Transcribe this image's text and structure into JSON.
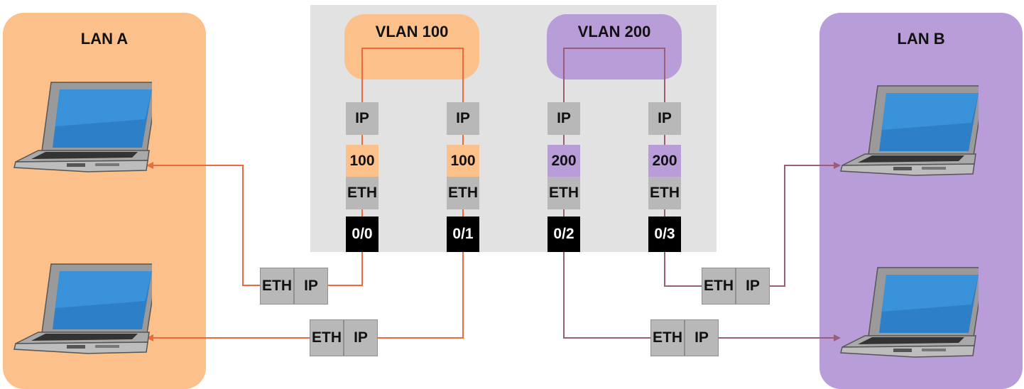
{
  "lan_a": {
    "title": "LAN A",
    "color": "#fcc08a"
  },
  "lan_b": {
    "title": "LAN B",
    "color": "#b89dd8"
  },
  "router": {
    "background": "#e2e2e2"
  },
  "vlans": [
    {
      "label": "VLAN 100",
      "color": "#fcc08a",
      "line_color": "#ef6a3a"
    },
    {
      "label": "VLAN 200",
      "color": "#b89dd8",
      "line_color": "#9a5e7a"
    }
  ],
  "interfaces": [
    {
      "ip": "IP",
      "vlan": "100",
      "eth": "ETH",
      "port": "0/0"
    },
    {
      "ip": "IP",
      "vlan": "100",
      "eth": "ETH",
      "port": "0/1"
    },
    {
      "ip": "IP",
      "vlan": "200",
      "eth": "ETH",
      "port": "0/2"
    },
    {
      "ip": "IP",
      "vlan": "200",
      "eth": "ETH",
      "port": "0/3"
    }
  ],
  "packets": [
    {
      "eth": "ETH",
      "ip": "IP"
    },
    {
      "eth": "ETH",
      "ip": "IP"
    },
    {
      "eth": "ETH",
      "ip": "IP"
    },
    {
      "eth": "ETH",
      "ip": "IP"
    }
  ],
  "laptops": [
    "laptop-icon",
    "laptop-icon",
    "laptop-icon",
    "laptop-icon"
  ]
}
